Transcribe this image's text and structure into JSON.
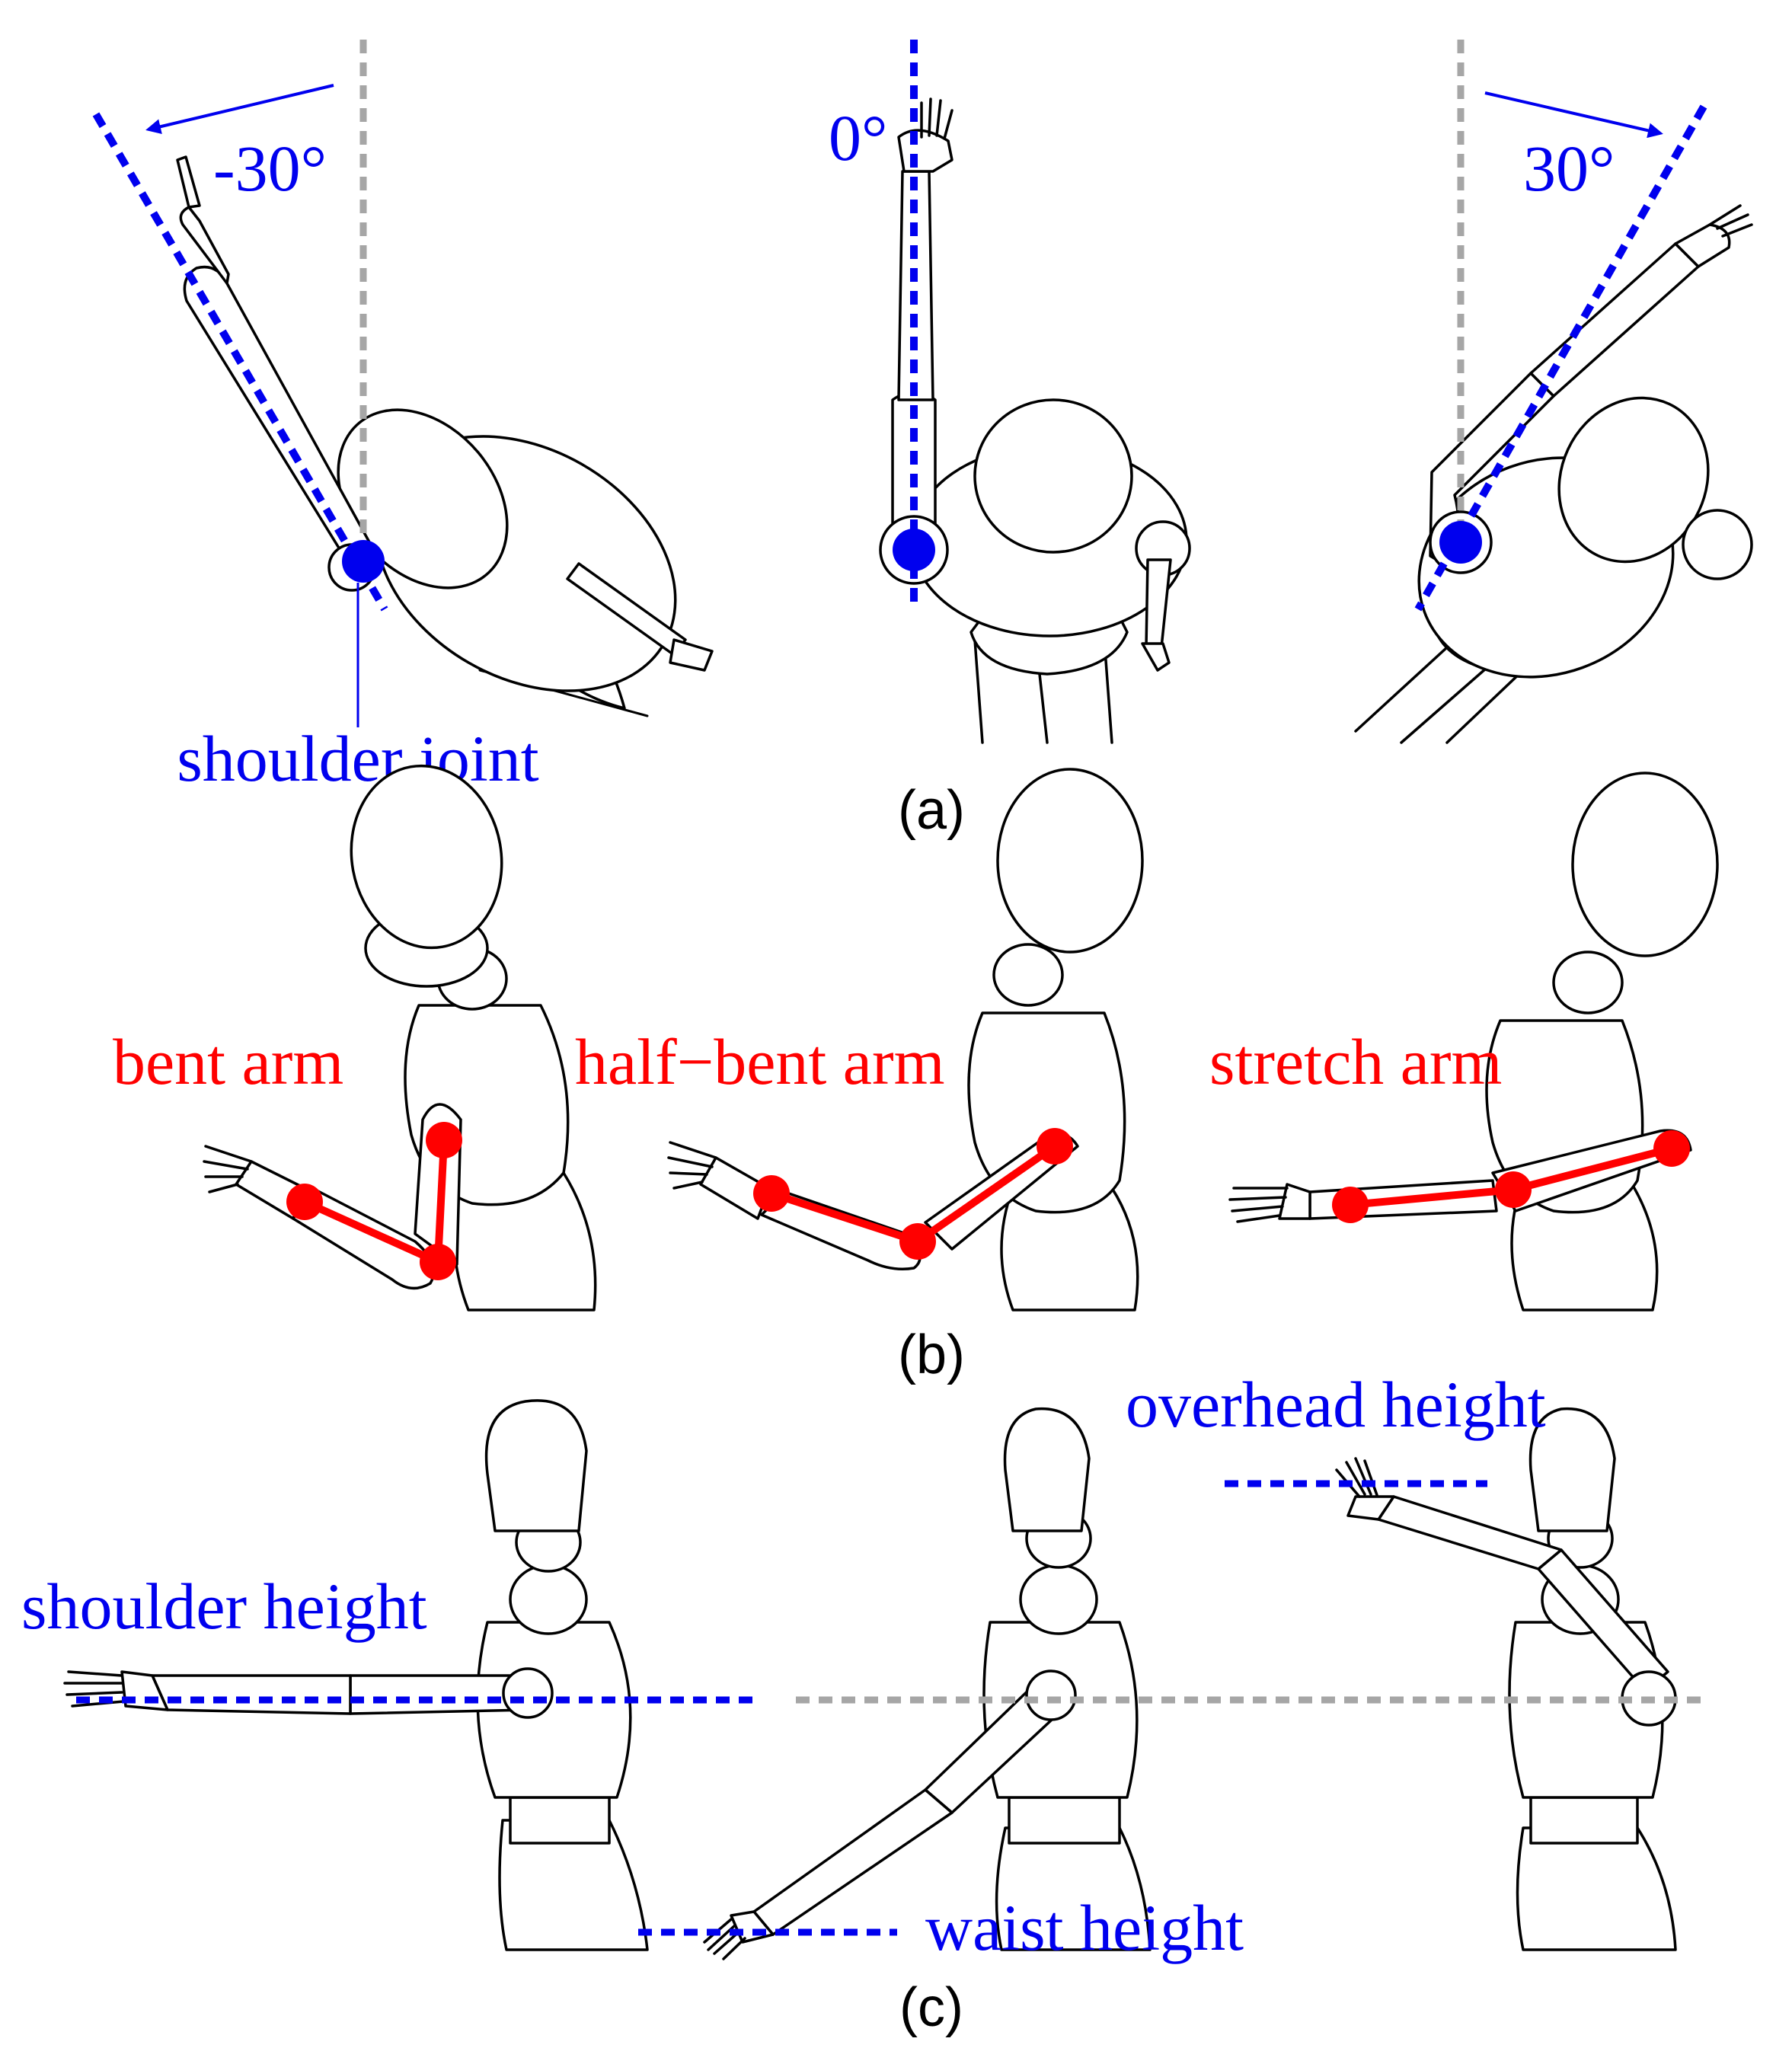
{
  "colors": {
    "blue": "#0000ee",
    "red": "#ff0000",
    "grey": "#a6a6a6",
    "ink": "#000000"
  },
  "panel_a": {
    "label": "(a)",
    "angles": [
      "-30°",
      "0°",
      "30°"
    ],
    "joint_label": "shoulder joint"
  },
  "panel_b": {
    "label": "(b)",
    "poses": [
      "bent arm",
      "half−bent arm",
      "stretch arm"
    ]
  },
  "panel_c": {
    "label": "(c)",
    "heights": [
      "shoulder height",
      "waist height",
      "overhead height"
    ]
  }
}
